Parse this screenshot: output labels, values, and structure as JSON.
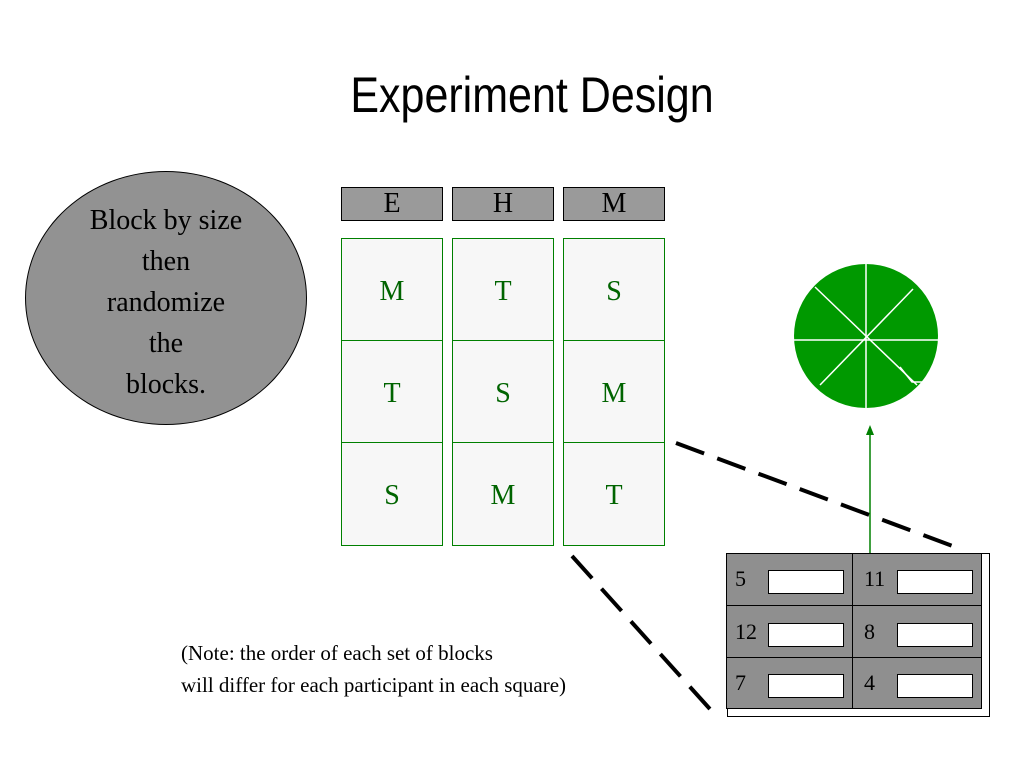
{
  "title": "Experiment Design",
  "bubble": {
    "lines": [
      "Block by size",
      "then",
      "randomize",
      "the",
      "blocks."
    ]
  },
  "grid": {
    "headers": [
      "E",
      "H",
      "M"
    ],
    "columns": [
      [
        "M",
        "T",
        "S"
      ],
      [
        "T",
        "S",
        "M"
      ],
      [
        "S",
        "M",
        "T"
      ]
    ]
  },
  "note": {
    "lines": [
      "(Note: the order of each set of blocks",
      "will differ for each participant in each square)"
    ]
  },
  "panel": {
    "rows": [
      [
        "5",
        "11"
      ],
      [
        "12",
        "8"
      ],
      [
        "7",
        "4"
      ]
    ]
  },
  "colors": {
    "cell_letter": "#006400",
    "cell_border": "#008000",
    "pie_fill": "#009900",
    "bubble_fill": "#929292",
    "header_fill": "#9a9a9a",
    "panel_fill": "#8f8f8f"
  },
  "icons": {
    "pie": "segmented-circle-icon",
    "arrow": "up-arrow-icon"
  }
}
